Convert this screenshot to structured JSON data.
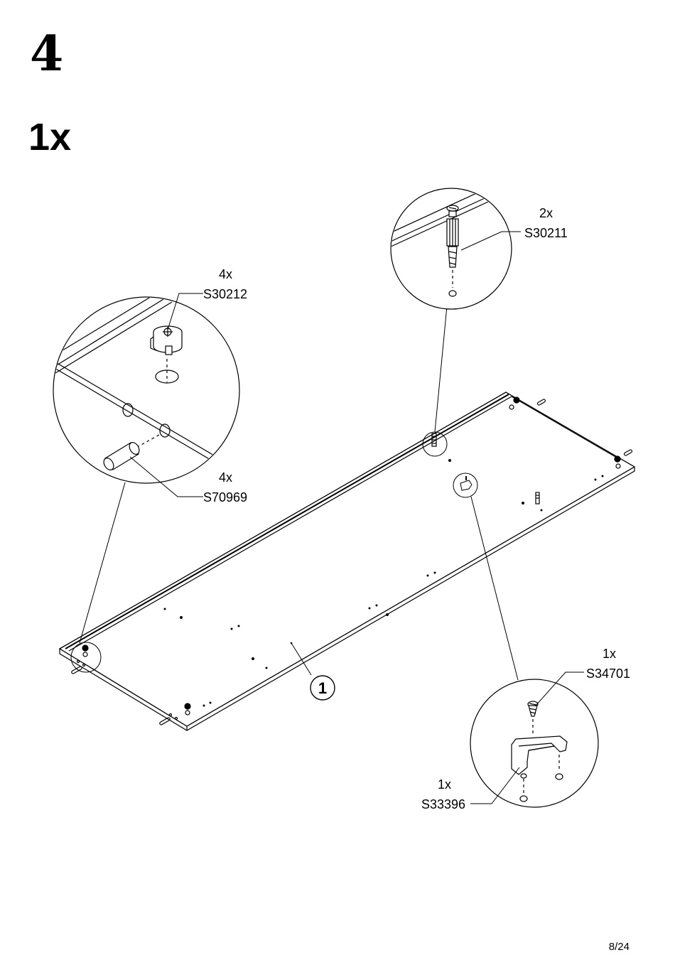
{
  "step": {
    "number": "4",
    "quantity": "1x"
  },
  "callouts": {
    "s30211": {
      "qty": "2x",
      "code": "S30211"
    },
    "s30212": {
      "qty": "4x",
      "code": "S30212"
    },
    "s70969": {
      "qty": "4x",
      "code": "S70969"
    },
    "s34701": {
      "qty": "1x",
      "code": "S34701"
    },
    "s33396": {
      "qty": "1x",
      "code": "S33396"
    }
  },
  "part": {
    "number": "1"
  },
  "page": {
    "number": "8/24"
  }
}
